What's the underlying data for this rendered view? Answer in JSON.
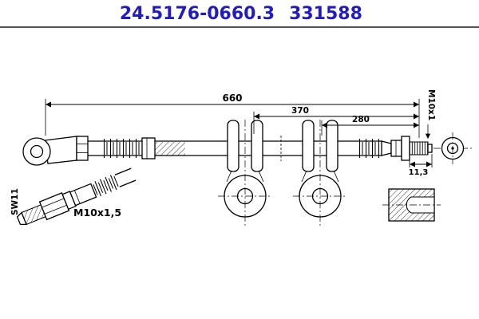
{
  "header": {
    "part_number": "24.5176-0660.3",
    "reference_number": "331588"
  },
  "colors": {
    "accent": "#211cc0",
    "line": "#000000",
    "background": "#ffffff"
  },
  "drawing": {
    "type": "brake-hose-technical-drawing",
    "dimensions": {
      "overall_length": "660",
      "intermediate_length": "370",
      "end_length": "280",
      "thread_right": "M10x1",
      "thread_length_right": "11,3",
      "hex_wrench_size": "SW11",
      "thread_left": "M10x1,5"
    }
  }
}
